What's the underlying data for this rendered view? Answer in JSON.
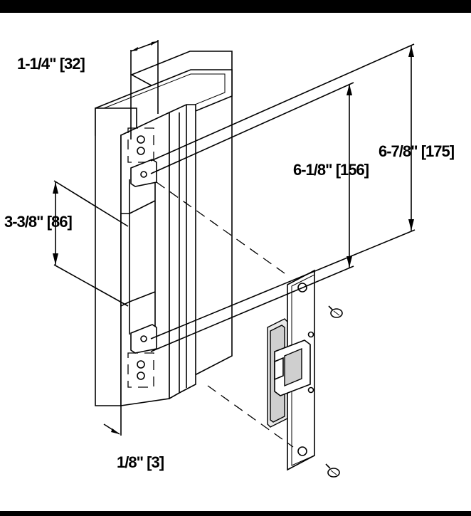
{
  "dimensions": {
    "slot_width": "1-1/4\" [32]",
    "strike_span": "6-7/8\" [175]",
    "hole_span": "6-1/8\" [156]",
    "cutout_height": "3-3/8\" [86]",
    "lip_depth": "1/8\" [3]"
  },
  "colors": {
    "line": "#000000",
    "background": "#ffffff",
    "band": "#000000"
  }
}
